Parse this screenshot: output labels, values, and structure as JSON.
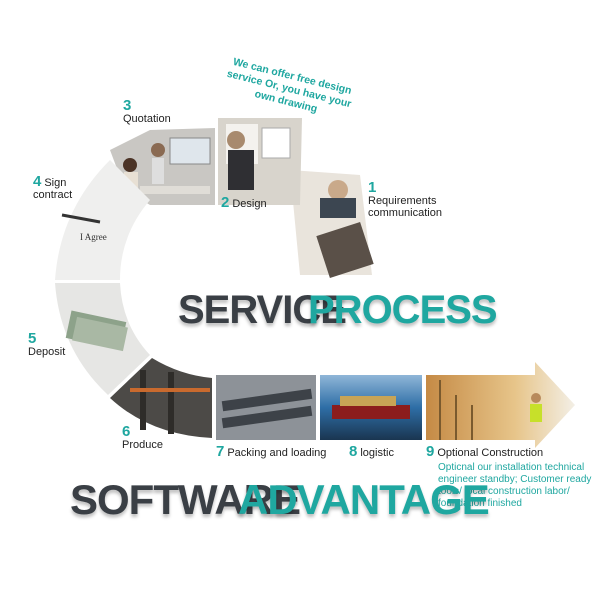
{
  "title": {
    "service_a": "SERVICE",
    "service_b": "PROCESS",
    "software_a": "SOFTWARE",
    "software_b": "ADVANTAGE"
  },
  "steps": [
    {
      "num": "1",
      "label_line1": "Requirements",
      "label_line2": "communication"
    },
    {
      "num": "2",
      "label": "Design"
    },
    {
      "num": "3",
      "label": "Quotation"
    },
    {
      "num": "4",
      "label_line1": "Sign",
      "label_line2": "contract"
    },
    {
      "num": "5",
      "label": "Deposit"
    },
    {
      "num": "6",
      "label": "Produce"
    },
    {
      "num": "7",
      "label": "Packing and loading"
    },
    {
      "num": "8",
      "label": "logistic"
    },
    {
      "num": "9",
      "label": "Optional Construction"
    }
  ],
  "design_note": "We can offer free design service Or, you have your own drawing",
  "construction_note": "Opticnal our installation technical engineer standby; Customer ready tools/ local construction labor/ foundation finished",
  "agree_text": "I Agree",
  "colors": {
    "teal": "#1fa7a0",
    "dark": "#3a3f45"
  }
}
